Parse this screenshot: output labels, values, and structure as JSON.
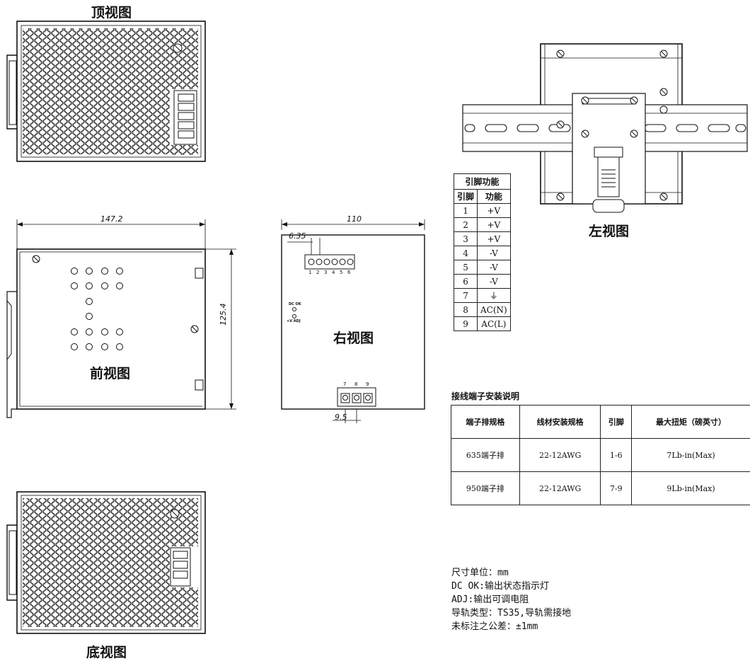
{
  "views": {
    "top": "顶视图",
    "front": "前视图",
    "right": "右视图",
    "left": "左视图",
    "bottom": "底视图"
  },
  "dimensions": {
    "width_front": "147.2",
    "height_front": "125.4",
    "depth_right": "110",
    "pitch_635": "6.35",
    "pitch_950": "9.5"
  },
  "right_view": {
    "terminal_numbers_top": [
      "1",
      "2",
      "3",
      "4",
      "5",
      "6"
    ],
    "terminal_numbers_bottom": [
      "7",
      "8",
      "9"
    ],
    "dc_ok": "DC OK",
    "v_adj": "+V ADJ"
  },
  "pin_table": {
    "title": "引脚功能",
    "headers": [
      "引脚",
      "功能"
    ],
    "rows": [
      [
        "1",
        "+V"
      ],
      [
        "2",
        "+V"
      ],
      [
        "3",
        "+V"
      ],
      [
        "4",
        "-V"
      ],
      [
        "5",
        "-V"
      ],
      [
        "6",
        "-V"
      ],
      [
        "7",
        "⏚"
      ],
      [
        "8",
        "AC(N)"
      ],
      [
        "9",
        "AC(L)"
      ]
    ]
  },
  "terminal_table": {
    "title": "接线端子安装说明",
    "headers": [
      "端子排规格",
      "线材安装规格",
      "引脚",
      "最大扭矩（磅英寸）"
    ],
    "rows": [
      [
        "635端子排",
        "22-12AWG",
        "1-6",
        "7Lb-in(Max)"
      ],
      [
        "950端子排",
        "22-12AWG",
        "7-9",
        "9Lb-in(Max)"
      ]
    ]
  },
  "notes": [
    "尺寸单位：mm",
    "DC OK:输出状态指示灯",
    "ADJ:输出可调电阻",
    "导轨类型：TS35,导轨需接地",
    "未标注之公差：±1mm"
  ]
}
